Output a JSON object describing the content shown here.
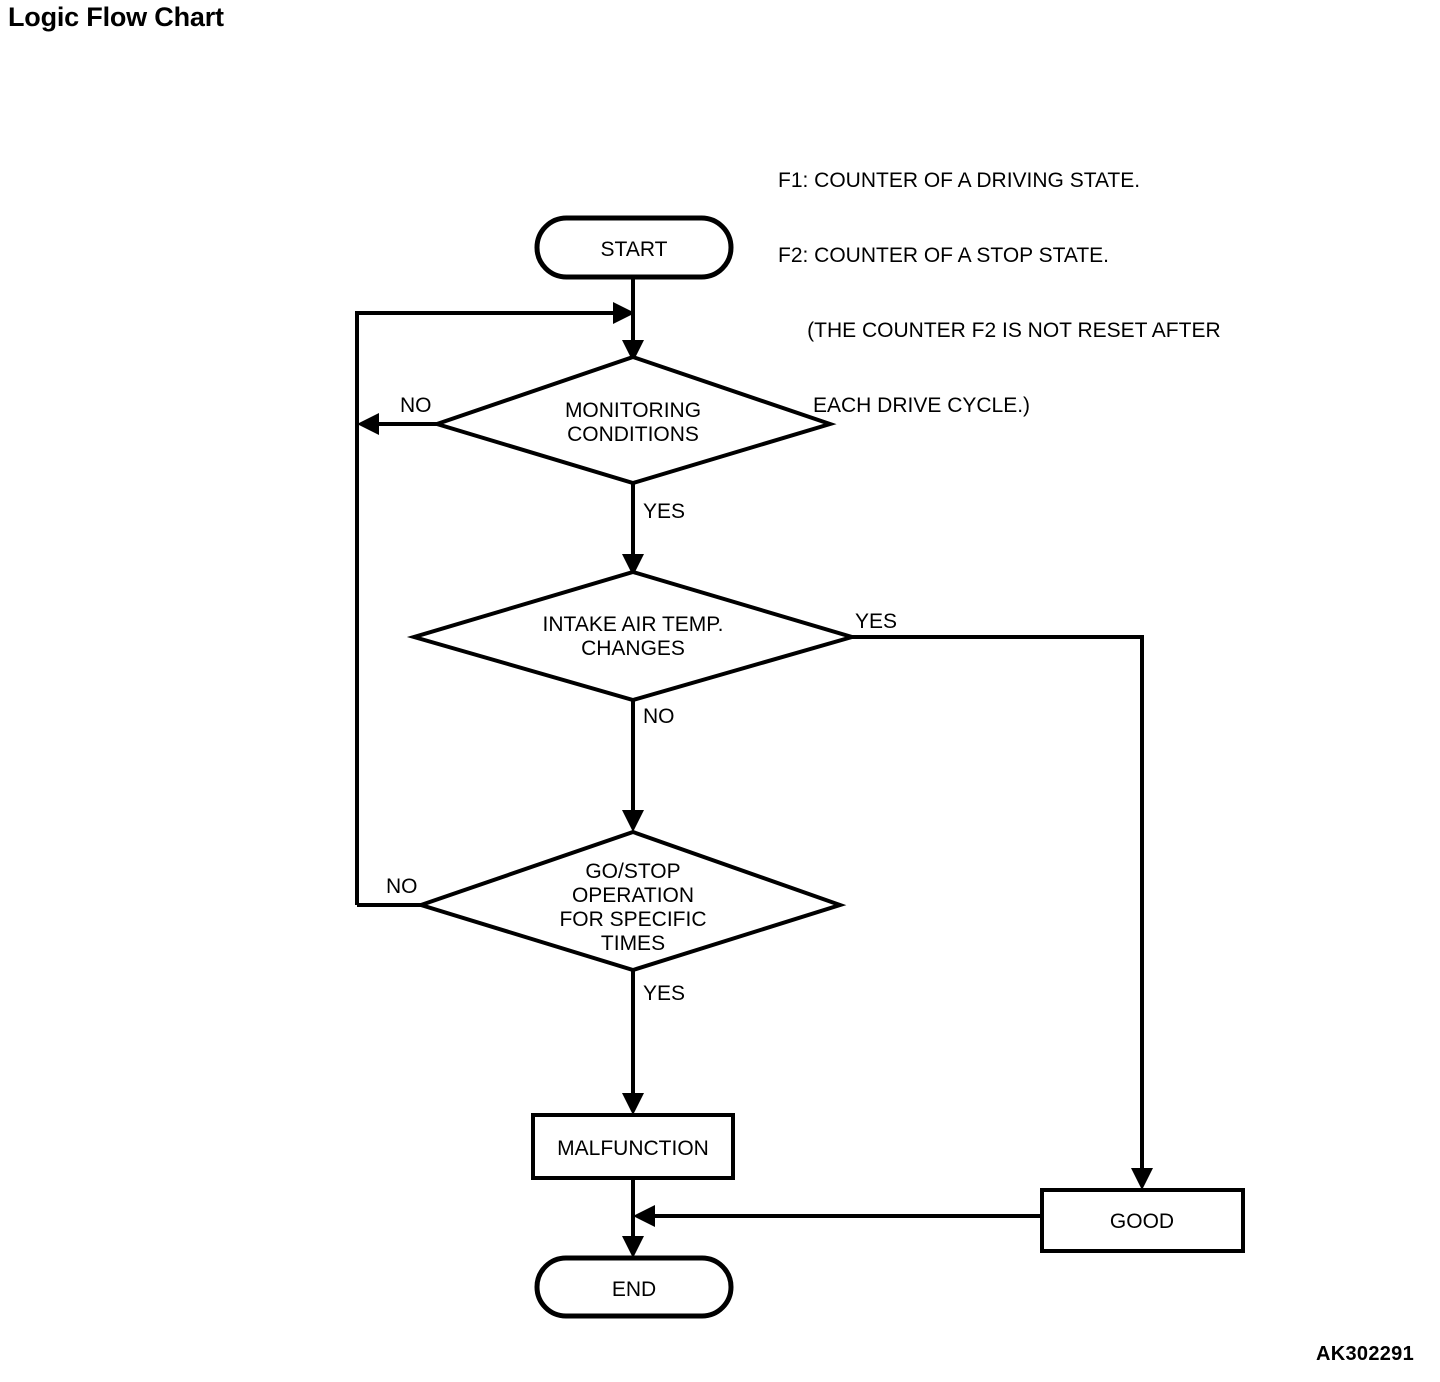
{
  "page": {
    "title": "Logic Flow Chart",
    "art_code": "AK302291",
    "background": "#ffffff",
    "ink": "#000000"
  },
  "legend": {
    "lines": [
      "F1: COUNTER OF A DRIVING STATE.",
      "F2: COUNTER OF A STOP STATE.",
      "     (THE COUNTER F2 IS NOT RESET AFTER",
      "      EACH DRIVE CYCLE.)"
    ]
  },
  "chart_data": {
    "type": "flowchart",
    "title": "Logic Flow Chart",
    "nodes": [
      {
        "id": "start",
        "shape": "stadium",
        "label": "START"
      },
      {
        "id": "monitoring",
        "shape": "diamond",
        "label_line1": "MONITORING",
        "label_line2": "CONDITIONS"
      },
      {
        "id": "intake",
        "shape": "diamond",
        "label_line1": "INTAKE AIR TEMP.",
        "label_line2": "CHANGES"
      },
      {
        "id": "gostop",
        "shape": "diamond",
        "label_line1": "GO/STOP",
        "label_line2": "OPERATION",
        "label_line3": "FOR SPECIFIC",
        "label_line4": "TIMES"
      },
      {
        "id": "malfunction",
        "shape": "rectangle",
        "label": "MALFUNCTION"
      },
      {
        "id": "good",
        "shape": "rectangle",
        "label": "GOOD"
      },
      {
        "id": "end",
        "shape": "stadium",
        "label": "END"
      }
    ],
    "edges": [
      {
        "from": "start",
        "to": "monitoring",
        "label": ""
      },
      {
        "from": "monitoring",
        "to": "monitoring",
        "label": "NO"
      },
      {
        "from": "monitoring",
        "to": "intake",
        "label": "YES"
      },
      {
        "from": "intake",
        "to": "good",
        "label": "YES"
      },
      {
        "from": "intake",
        "to": "gostop",
        "label": "NO"
      },
      {
        "from": "gostop",
        "to": "monitoring",
        "label": "NO"
      },
      {
        "from": "gostop",
        "to": "malfunction",
        "label": "YES"
      },
      {
        "from": "malfunction",
        "to": "end",
        "label": ""
      },
      {
        "from": "good",
        "to": "end",
        "label": ""
      }
    ],
    "edge_labels": {
      "monitoring_no": "NO",
      "monitoring_yes": "YES",
      "intake_yes": "YES",
      "intake_no": "NO",
      "gostop_no": "NO",
      "gostop_yes": "YES"
    }
  }
}
